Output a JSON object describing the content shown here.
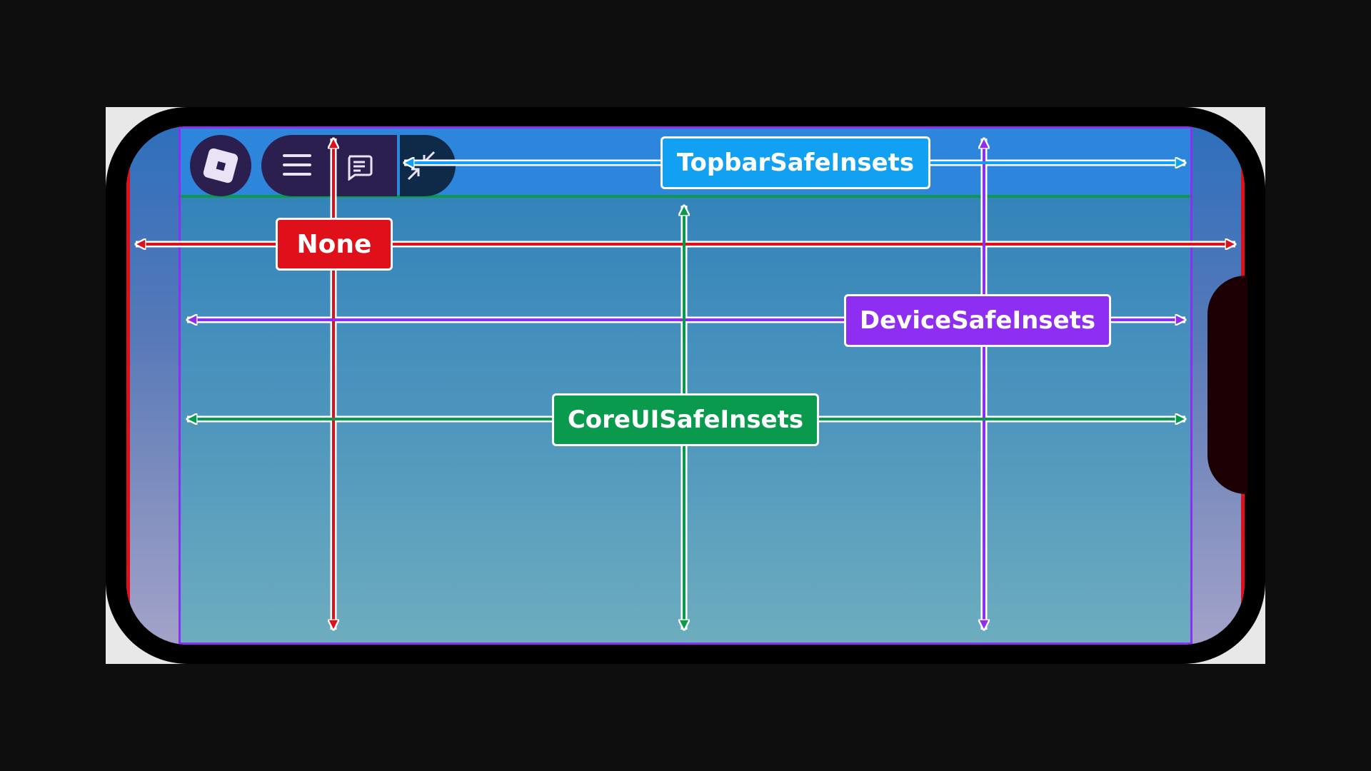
{
  "labels": {
    "topbar": "TopbarSafeInsets",
    "none": "None",
    "device": "DeviceSafeInsets",
    "coreui": "CoreUISafeInsets"
  },
  "colors": {
    "none": "#e0101a",
    "device": "#8e2ef2",
    "coreui": "#0a9a4e",
    "topbar": "#11a0f2",
    "background": "#0e0e0e",
    "phone_frame": "#000000"
  },
  "icons": [
    "roblox-logo-icon",
    "hamburger-menu-icon",
    "chat-icon",
    "collapse-icon"
  ]
}
